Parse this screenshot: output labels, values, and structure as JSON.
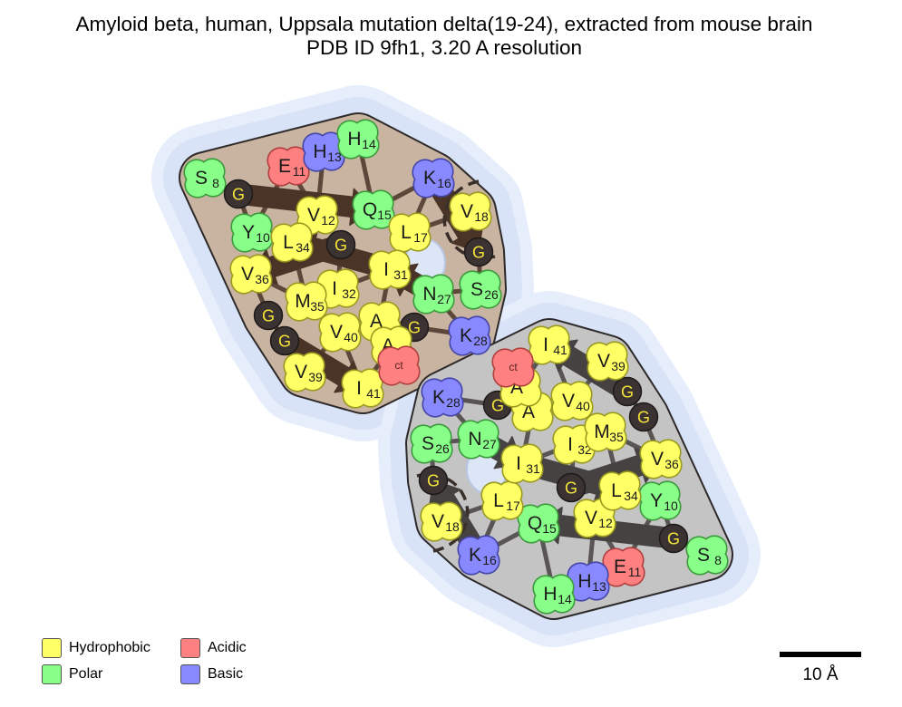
{
  "title": {
    "line1": "Amyloid beta, human, Uppsala mutation delta(19-24), extracted from mouse brain",
    "line2": "PDB ID 9fh1, 3.20 A resolution"
  },
  "colors": {
    "hydrophobic": "#ffff66",
    "polar": "#88ff88",
    "acidic": "#ff8080",
    "basic": "#8888ff",
    "glycine": "#3a3331",
    "chain_a_strand": "#4a3428",
    "chain_b_strand": "#464242",
    "chain_a_core": "#c8b4a0",
    "chain_b_core": "#c4c4c4",
    "halo": "#dfe8f8"
  },
  "legend": [
    {
      "label": "Hydrophobic",
      "color": "#ffff66"
    },
    {
      "label": "Polar",
      "color": "#88ff88"
    },
    {
      "label": "Acidic",
      "color": "#ff8080"
    },
    {
      "label": "Basic",
      "color": "#8888ff"
    }
  ],
  "scalebar": {
    "label": "10 Å"
  },
  "chains": [
    {
      "id": "A",
      "residues": [
        {
          "aa": "S",
          "num": "8",
          "type": "polar"
        },
        {
          "aa": "G",
          "num": "",
          "type": "glycine"
        },
        {
          "aa": "Y",
          "num": "10",
          "type": "polar"
        },
        {
          "aa": "E",
          "num": "11",
          "type": "acidic"
        },
        {
          "aa": "V",
          "num": "12",
          "type": "hydrophobic"
        },
        {
          "aa": "H",
          "num": "13",
          "type": "basic"
        },
        {
          "aa": "H",
          "num": "14",
          "type": "polar"
        },
        {
          "aa": "Q",
          "num": "15",
          "type": "polar"
        },
        {
          "aa": "K",
          "num": "16",
          "type": "basic"
        },
        {
          "aa": "L",
          "num": "17",
          "type": "hydrophobic"
        },
        {
          "aa": "V",
          "num": "18",
          "type": "hydrophobic"
        },
        {
          "aa": "G",
          "num": "",
          "type": "glycine"
        },
        {
          "aa": "S",
          "num": "26",
          "type": "polar"
        },
        {
          "aa": "N",
          "num": "27",
          "type": "polar"
        },
        {
          "aa": "K",
          "num": "28",
          "type": "basic"
        },
        {
          "aa": "G",
          "num": "",
          "type": "glycine"
        },
        {
          "aa": "A",
          "num": "",
          "type": "hydrophobic"
        },
        {
          "aa": "I",
          "num": "31",
          "type": "hydrophobic"
        },
        {
          "aa": "I",
          "num": "32",
          "type": "hydrophobic"
        },
        {
          "aa": "G",
          "num": "",
          "type": "glycine"
        },
        {
          "aa": "L",
          "num": "34",
          "type": "hydrophobic"
        },
        {
          "aa": "M",
          "num": "35",
          "type": "hydrophobic"
        },
        {
          "aa": "V",
          "num": "36",
          "type": "hydrophobic"
        },
        {
          "aa": "G",
          "num": "",
          "type": "glycine"
        },
        {
          "aa": "G",
          "num": "",
          "type": "glycine"
        },
        {
          "aa": "V",
          "num": "39",
          "type": "hydrophobic"
        },
        {
          "aa": "V",
          "num": "40",
          "type": "hydrophobic"
        },
        {
          "aa": "I",
          "num": "41",
          "type": "hydrophobic"
        },
        {
          "aa": "A",
          "num": "",
          "type": "hydrophobic"
        },
        {
          "aa": "",
          "num": "ct",
          "type": "acidic"
        }
      ]
    },
    {
      "id": "B",
      "residues": [
        {
          "aa": "S",
          "num": "8",
          "type": "polar"
        },
        {
          "aa": "G",
          "num": "",
          "type": "glycine"
        },
        {
          "aa": "Y",
          "num": "10",
          "type": "polar"
        },
        {
          "aa": "E",
          "num": "11",
          "type": "acidic"
        },
        {
          "aa": "V",
          "num": "12",
          "type": "hydrophobic"
        },
        {
          "aa": "H",
          "num": "13",
          "type": "basic"
        },
        {
          "aa": "H",
          "num": "14",
          "type": "polar"
        },
        {
          "aa": "Q",
          "num": "15",
          "type": "polar"
        },
        {
          "aa": "K",
          "num": "16",
          "type": "basic"
        },
        {
          "aa": "L",
          "num": "17",
          "type": "hydrophobic"
        },
        {
          "aa": "V",
          "num": "18",
          "type": "hydrophobic"
        },
        {
          "aa": "G",
          "num": "",
          "type": "glycine"
        },
        {
          "aa": "S",
          "num": "26",
          "type": "polar"
        },
        {
          "aa": "N",
          "num": "27",
          "type": "polar"
        },
        {
          "aa": "K",
          "num": "28",
          "type": "basic"
        },
        {
          "aa": "G",
          "num": "",
          "type": "glycine"
        },
        {
          "aa": "A",
          "num": "",
          "type": "hydrophobic"
        },
        {
          "aa": "I",
          "num": "31",
          "type": "hydrophobic"
        },
        {
          "aa": "I",
          "num": "32",
          "type": "hydrophobic"
        },
        {
          "aa": "G",
          "num": "",
          "type": "glycine"
        },
        {
          "aa": "L",
          "num": "34",
          "type": "hydrophobic"
        },
        {
          "aa": "M",
          "num": "35",
          "type": "hydrophobic"
        },
        {
          "aa": "V",
          "num": "36",
          "type": "hydrophobic"
        },
        {
          "aa": "G",
          "num": "",
          "type": "glycine"
        },
        {
          "aa": "G",
          "num": "",
          "type": "glycine"
        },
        {
          "aa": "V",
          "num": "39",
          "type": "hydrophobic"
        },
        {
          "aa": "V",
          "num": "40",
          "type": "hydrophobic"
        },
        {
          "aa": "I",
          "num": "41",
          "type": "hydrophobic"
        },
        {
          "aa": "A",
          "num": "",
          "type": "hydrophobic"
        },
        {
          "aa": "",
          "num": "ct",
          "type": "acidic"
        }
      ]
    }
  ]
}
